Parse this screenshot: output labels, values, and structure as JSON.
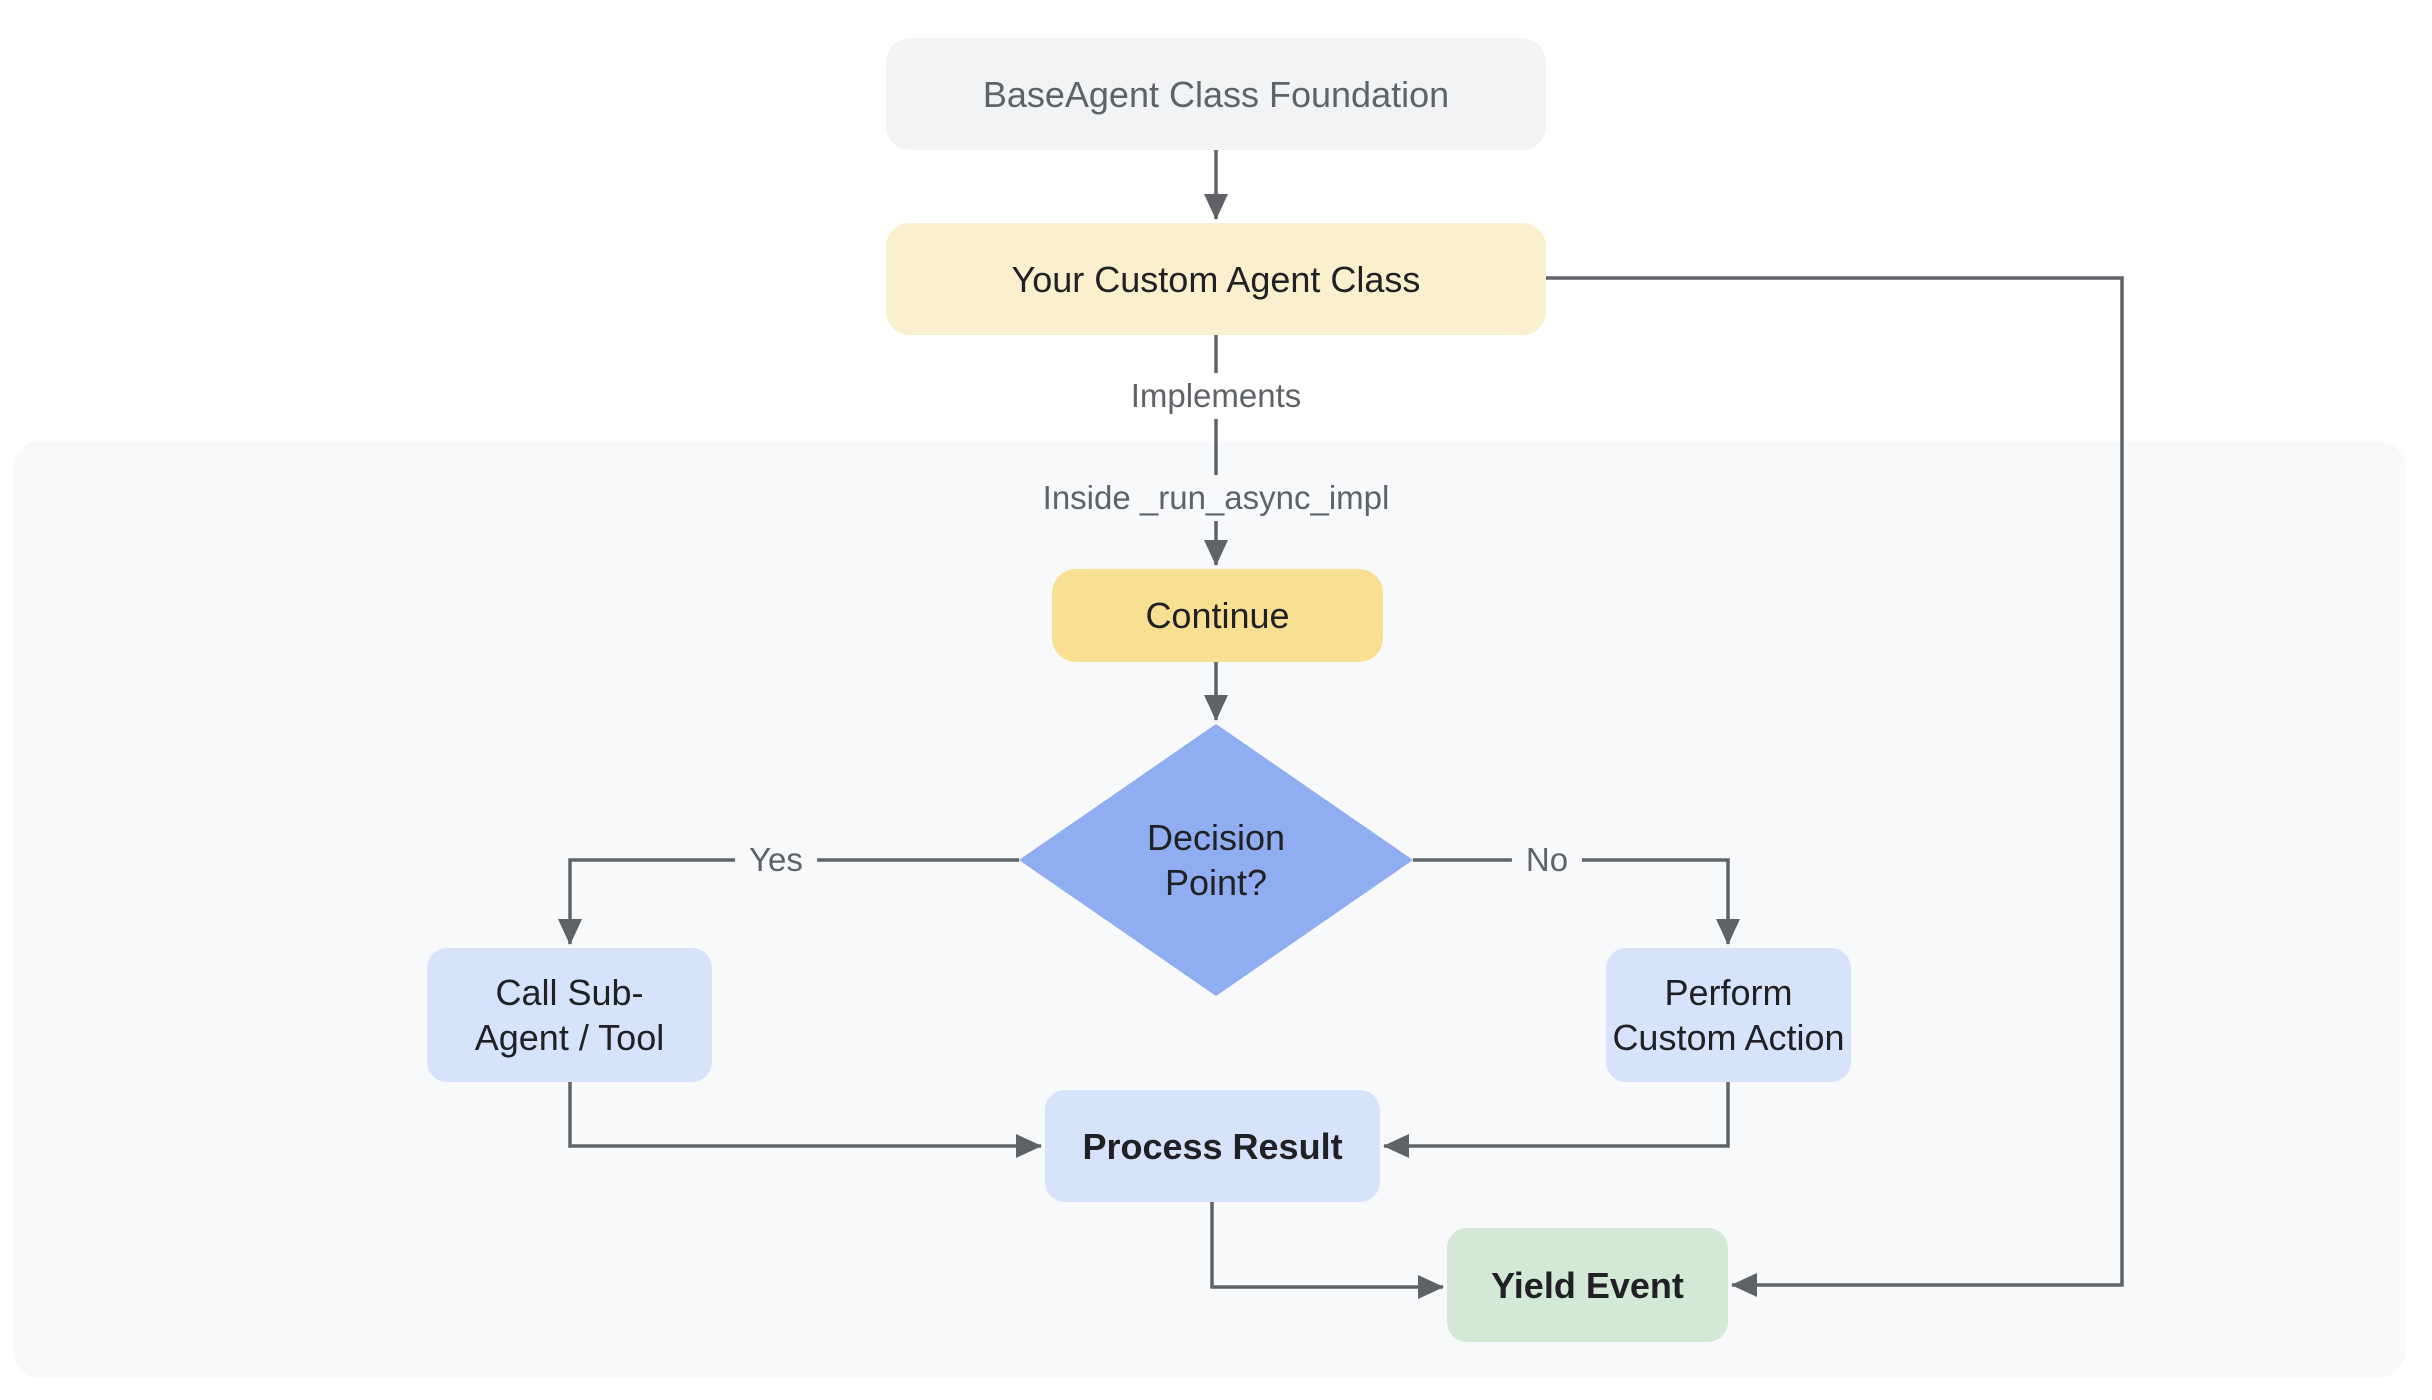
{
  "diagram": {
    "colors": {
      "bg_color": "#ffffff",
      "container_fill": "#f8f9fa",
      "node_gray_fill": "#f1f3f4",
      "node_pale_yellow_fill": "#faf0cd",
      "node_gold_fill": "#f9df92",
      "diamond_fill": "#8fadf0",
      "node_blue_fill": "#d7e2fb",
      "node_green_fill": "#d3e8d5",
      "line_color": "#5f6368",
      "edge_label_color": "#5f6368",
      "node_text_dark": "#202124",
      "node_text_gray": "#5f6368"
    },
    "nodes": {
      "foundation": {
        "label": "BaseAgent Class Foundation"
      },
      "custom_agent": {
        "label": "Your Custom Agent Class"
      },
      "continue_step": {
        "label": "Continue"
      },
      "decision": {
        "label_line1": "Decision",
        "label_line2": "Point?"
      },
      "call_sub": {
        "label_line1": "Call Sub-",
        "label_line2": "Agent / Tool"
      },
      "perform": {
        "label_line1": "Perform",
        "label_line2": "Custom Action"
      },
      "process": {
        "label": "Process Result"
      },
      "yield_event": {
        "label": "Yield Event"
      }
    },
    "edge_labels": {
      "implements": "Implements",
      "inside_impl": "Inside _run_async_impl",
      "yes": "Yes",
      "no": "No"
    }
  }
}
